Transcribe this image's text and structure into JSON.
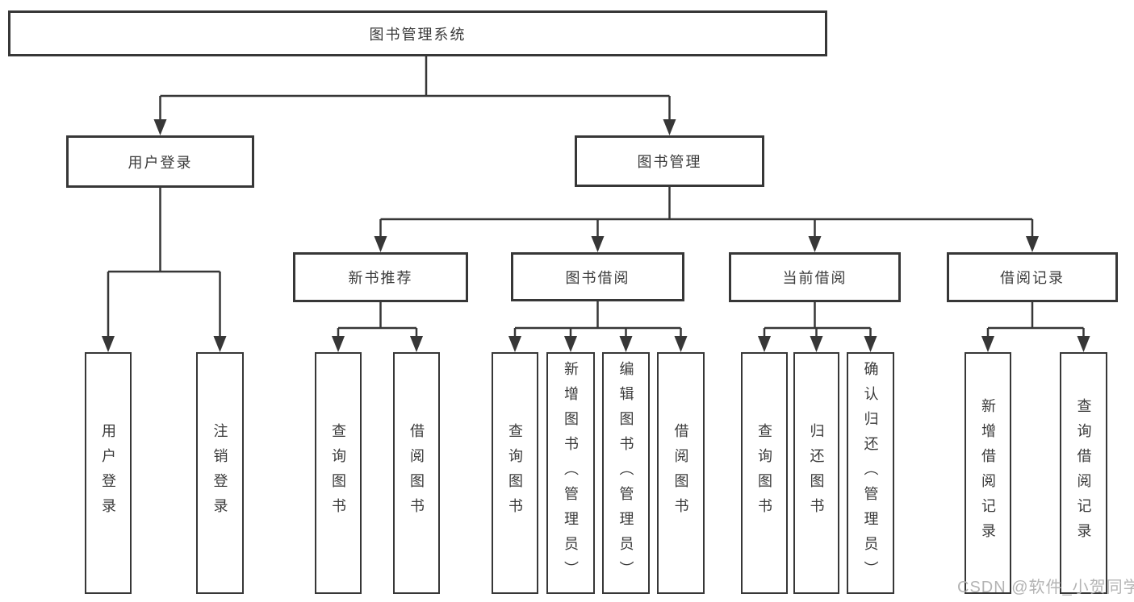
{
  "tree": {
    "root": "图书管理系统",
    "branches": [
      {
        "label": "用户登录",
        "leaves": [
          "用户登录",
          "注销登录"
        ]
      },
      {
        "label": "图书管理",
        "children": [
          {
            "label": "新书推荐",
            "leaves": [
              "查询图书",
              "借阅图书"
            ]
          },
          {
            "label": "图书借阅",
            "leaves": [
              "查询图书",
              "新增图书（管理员）",
              "编辑图书（管理员）",
              "借阅图书"
            ]
          },
          {
            "label": "当前借阅",
            "leaves": [
              "查询图书",
              "归还图书",
              "确认归还（管理员）"
            ]
          },
          {
            "label": "借阅记录",
            "leaves": [
              "新增借阅记录",
              "查询借阅记录"
            ]
          }
        ]
      }
    ]
  },
  "watermark": {
    "text": "CSDN @软件_小贺同学"
  },
  "colors": {
    "line": "#373737",
    "text": "#3a3a3a",
    "background": "#ffffff",
    "watermark": "#b4b4b4"
  }
}
